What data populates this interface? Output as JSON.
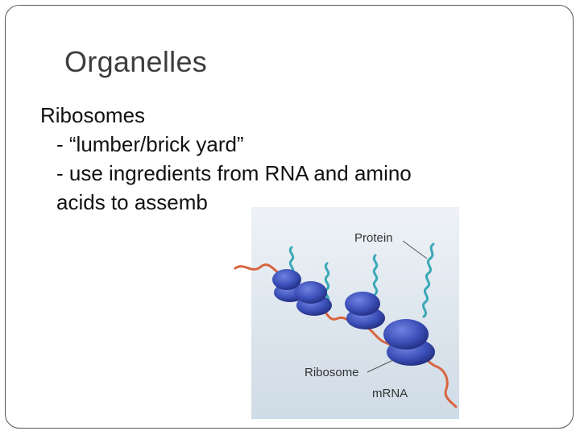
{
  "slide": {
    "title": "Organelles",
    "bullets": [
      "Ribosomes",
      "- “lumber/brick yard”",
      "- use ingredients from RNA and amino",
      "acids to assemb"
    ]
  },
  "figure": {
    "labels": {
      "protein": "Protein",
      "ribosome": "Ribosome",
      "mrna": "mRNA"
    },
    "colors": {
      "background": "#d9e3ec",
      "ribosome": "#3b4fb8",
      "ribosome_dark": "#1f2b7a",
      "protein": "#3aa8b6",
      "mrna": "#d8653e"
    }
  }
}
